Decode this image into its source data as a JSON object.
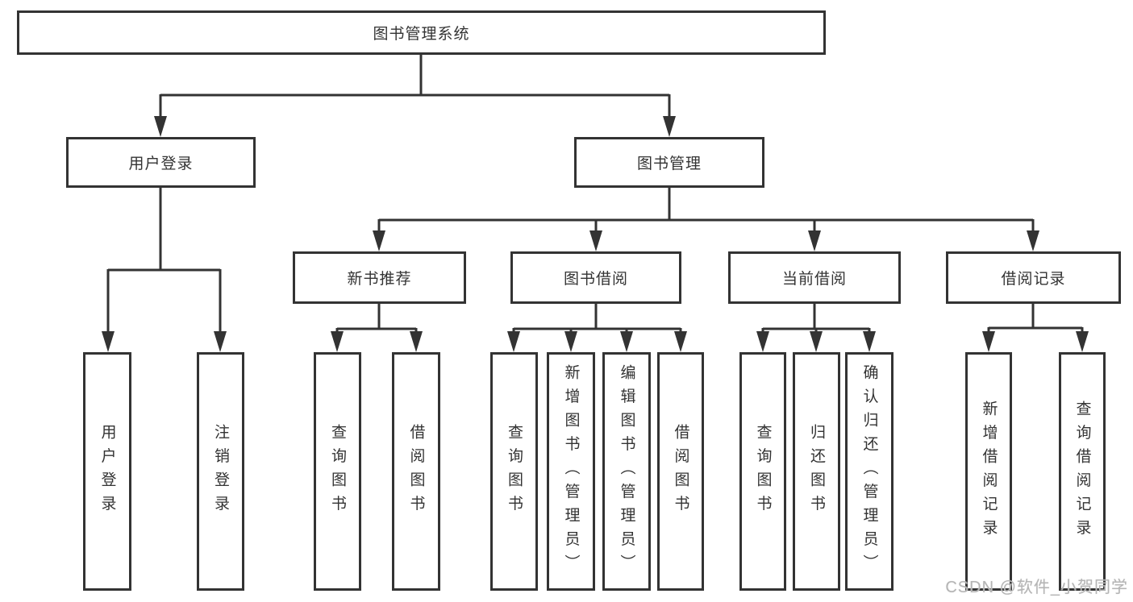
{
  "page": {
    "background_color": "#ffffff",
    "line_color": "#333333",
    "box_border_color": "#333333",
    "text_color": "#333333",
    "watermark_color": "#b5b5b5"
  },
  "diagram": {
    "type": "hierarchy-tree",
    "title": "图书管理系统",
    "nodes": {
      "root": "图书管理系统",
      "user_login": "用户登录",
      "book_management": "图书管理",
      "new_book_recommend": "新书推荐",
      "book_borrow": "图书借阅",
      "current_borrow": "当前借阅",
      "borrow_records": "借阅记录",
      "leaf_user_login": "用户登录",
      "leaf_logout": "注销登录",
      "leaf_query_books_recommend": "查询图书",
      "leaf_borrow_books_recommend": "借阅图书",
      "leaf_query_books_borrow": "查询图书",
      "leaf_add_books_admin": "新增图书（管理员）",
      "leaf_edit_books_admin": "编辑图书（管理员）",
      "leaf_borrow_books_borrow": "借阅图书",
      "leaf_query_books_current": "查询图书",
      "leaf_return_books": "归还图书",
      "leaf_confirm_return_admin": "确认归还（管理员）",
      "leaf_add_borrow_record": "新增借阅记录",
      "leaf_query_borrow_record": "查询借阅记录"
    },
    "edges": [
      {
        "from": "root",
        "to": [
          "user_login",
          "book_management"
        ]
      },
      {
        "from": "user_login",
        "to": [
          "leaf_user_login",
          "leaf_logout"
        ]
      },
      {
        "from": "book_management",
        "to": [
          "new_book_recommend",
          "book_borrow",
          "current_borrow",
          "borrow_records"
        ]
      },
      {
        "from": "new_book_recommend",
        "to": [
          "leaf_query_books_recommend",
          "leaf_borrow_books_recommend"
        ]
      },
      {
        "from": "book_borrow",
        "to": [
          "leaf_query_books_borrow",
          "leaf_add_books_admin",
          "leaf_edit_books_admin",
          "leaf_borrow_books_borrow"
        ]
      },
      {
        "from": "current_borrow",
        "to": [
          "leaf_query_books_current",
          "leaf_return_books",
          "leaf_confirm_return_admin"
        ]
      },
      {
        "from": "borrow_records",
        "to": [
          "leaf_add_borrow_record",
          "leaf_query_borrow_record"
        ]
      }
    ]
  },
  "watermark": {
    "text": "CSDN @软件_小贺同学"
  }
}
